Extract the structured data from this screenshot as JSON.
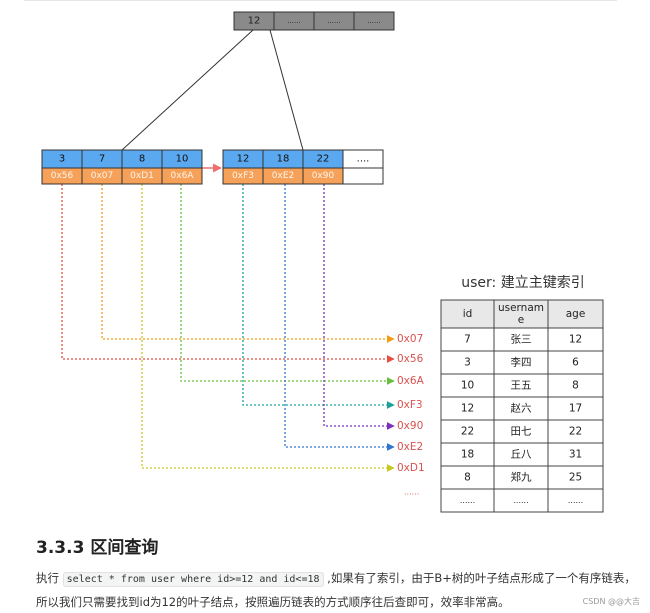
{
  "diagram": {
    "root_node": [
      "12",
      "......",
      "......",
      "......"
    ],
    "leaf_left": {
      "keys": [
        "3",
        "7",
        "8",
        "10"
      ],
      "addrs": [
        "0x56",
        "0x07",
        "0xD1",
        "0x6A"
      ]
    },
    "leaf_right": {
      "keys": [
        "12",
        "18",
        "22",
        "...."
      ],
      "addrs": [
        "0xF3",
        "0xE2",
        "0x90",
        ""
      ]
    },
    "pointers": [
      {
        "label": "0x07",
        "color": "#f39c12"
      },
      {
        "label": "0x56",
        "color": "#e74c3c"
      },
      {
        "label": "0x6A",
        "color": "#6abf3c"
      },
      {
        "label": "0xF3",
        "color": "#1aa39a"
      },
      {
        "label": "0x90",
        "color": "#7b2fbf"
      },
      {
        "label": "0xE2",
        "color": "#2e76d1"
      },
      {
        "label": "0xD1",
        "color": "#c8c81e"
      }
    ],
    "pointer_ellipsis": "......",
    "colors": {
      "key_fill": "#5aa8f0",
      "addr_fill": "#f6a15a",
      "root_fill": "#8a8a8a",
      "link_arrow": "#f07070"
    }
  },
  "table": {
    "title": "user: 建立主键索引",
    "headers": [
      "id",
      "usernam\ne",
      "age"
    ],
    "rows": [
      [
        "7",
        "张三",
        "12"
      ],
      [
        "3",
        "李四",
        "6"
      ],
      [
        "10",
        "王五",
        "8"
      ],
      [
        "12",
        "赵六",
        "17"
      ],
      [
        "22",
        "田七",
        "22"
      ],
      [
        "18",
        "丘八",
        "31"
      ],
      [
        "8",
        "郑九",
        "25"
      ],
      [
        "......",
        "......",
        "......"
      ]
    ]
  },
  "section": {
    "heading": "3.3.3 区间查询",
    "para_prefix": "执行 ",
    "code": "select * from user where id>=12 and id<=18",
    "para_suffix": " ,如果有了索引，由于B+树的叶子结点形成了一个有序链表，所以我们只需要找到id为12的叶子结点，按照遍历链表的方式顺序往后查即可，效率非常高。"
  },
  "footer": {
    "watermark": "CSDN @@大吉"
  }
}
